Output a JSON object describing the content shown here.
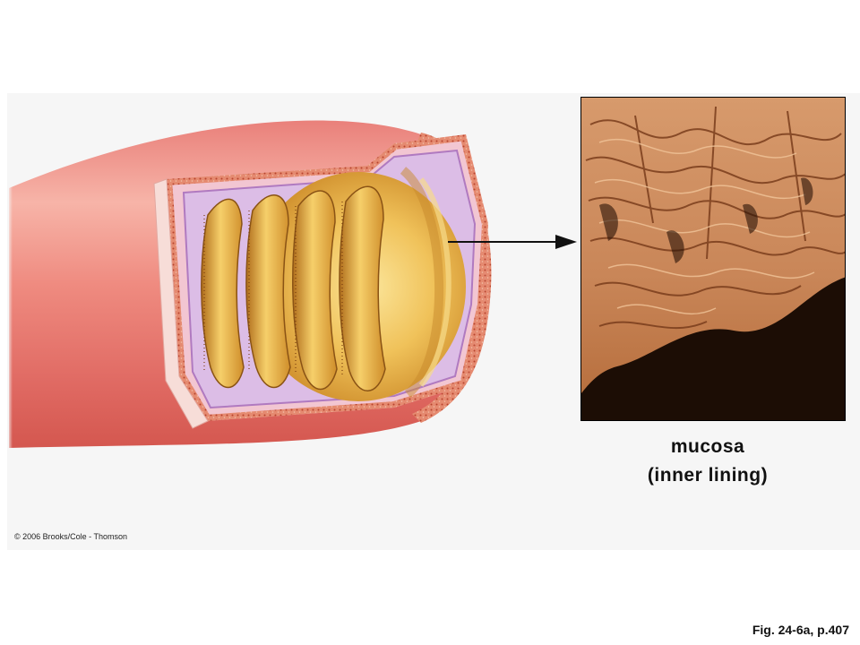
{
  "labels": {
    "caption_line1": "mucosa",
    "caption_line2": "(inner lining)",
    "copyright": "© 2006 Brooks/Cole - Thomson",
    "figure_ref": "Fig. 24-6a, p.407"
  },
  "colors": {
    "outer_wall": "#e46e66",
    "wall_highlight": "#f7b8aa",
    "serosa_speckle": "#c8583a",
    "submucosa": "#d8b4e4",
    "mucosa_fold": "#e6a93c",
    "fold_shadow": "#a9691c",
    "arrow": "#111111"
  },
  "icons": [
    "arrow-pointer"
  ]
}
